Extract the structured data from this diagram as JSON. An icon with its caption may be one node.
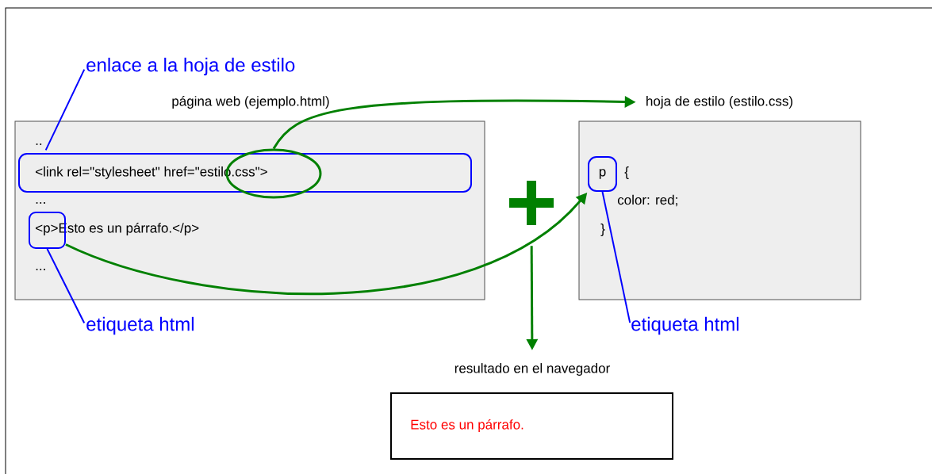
{
  "diagram": {
    "nodes": [
      {
        "text": [
          "página web (ejemplo.html)",
          "..",
          "...",
          "<p>Esto es un párrafo.</p>",
          "..."
        ]
      },
      {
        "text": [
          "<link rel=\"stylesheet\" href=\"estilo.css\">"
        ],
        "in": 0
      },
      {
        "text": [],
        "shape": "ellipse",
        "in": 1
      },
      {
        "text": [],
        "shape": "box",
        "in": 0
      },
      {
        "text": [
          "hoja de estilo (estilo.css)",
          "{",
          "color: red;",
          "}"
        ]
      },
      {
        "text": [
          "p"
        ],
        "in": 4
      },
      {
        "text": [
          "enlace a la hoja de estilo"
        ]
      },
      {
        "text": [
          "etiqueta html"
        ]
      },
      {
        "text": [
          "etiqueta html"
        ]
      },
      {
        "text": [
          "resultado en el navegador",
          "Esto es un párrafo."
        ]
      },
      {
        "text": [],
        "shape": "plus"
      }
    ],
    "edges": [
      {
        "from": 2,
        "to": 4,
        "arrow": "to",
        "color": "#008000"
      },
      {
        "from": 3,
        "to": 5,
        "arrow": "to",
        "color": "#008000"
      },
      {
        "from": 10,
        "to": 9,
        "arrow": "to",
        "color": "#008000"
      },
      {
        "from": 6,
        "to": 1,
        "arrow": "none",
        "color": "#0000ff"
      },
      {
        "from": 7,
        "to": 3,
        "arrow": "none",
        "color": "#0000ff"
      },
      {
        "from": 8,
        "to": 5,
        "arrow": "none",
        "color": "#0000ff"
      }
    ]
  }
}
